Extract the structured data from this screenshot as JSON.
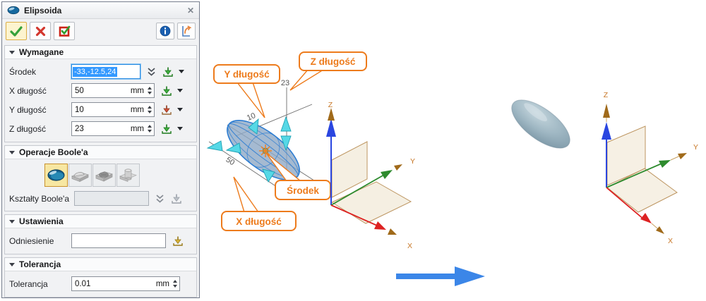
{
  "window": {
    "title": "Elipsoida",
    "title_icon": "ellipsoid-icon",
    "close_icon": "close-x"
  },
  "toolbar": {
    "ok_icon": "green-check",
    "cancel_icon": "red-cross",
    "apply_icon": "checked-box",
    "info_icon": "info-circle",
    "flip_icon": "page-arrow"
  },
  "form": {
    "required": {
      "header": "Wymagane",
      "center": {
        "label": "Środek",
        "value": "-33,-12.5,24",
        "selected": true
      },
      "x": {
        "label": "X długość",
        "value": "50",
        "unit": "mm"
      },
      "y": {
        "label": "Y długość",
        "value": "10",
        "unit": "mm"
      },
      "z": {
        "label": "Z długość",
        "value": "23",
        "unit": "mm"
      }
    },
    "boolean": {
      "header": "Operacje Boole'a",
      "ops": [
        "base",
        "add",
        "remove",
        "intersect"
      ],
      "selected_op": "base",
      "shapes_label": "Kształty Boole'a",
      "shapes_value": ""
    },
    "settings": {
      "header": "Ustawienia",
      "reference": {
        "label": "Odniesienie",
        "value": ""
      }
    },
    "tolerance": {
      "header": "Tolerancja",
      "row": {
        "label": "Tolerancja",
        "value": "0.01",
        "unit": "mm"
      }
    }
  },
  "scene": {
    "callouts": {
      "y": "Y długość",
      "z": "Z długość",
      "x": "X długość",
      "center": "Środek"
    },
    "dims": {
      "z": "23",
      "y": "10",
      "x": "50"
    },
    "axes": {
      "x": "X",
      "y": "Y",
      "z": "Z"
    },
    "colors": {
      "callout": "#ed7b1c",
      "dim_line": "#6d6d6d",
      "axis_x": "#dd2222",
      "axis_y": "#2e8b2e",
      "axis_z": "#2a46e0",
      "axis_tip": "#a06a1a",
      "axis_label": "#c87828",
      "handle": "#56d8e6",
      "preview_fill": "#8fa9c6",
      "preview_edge": "#2d7dd2",
      "ellipsoid": "#9fb7c3",
      "plane_fill": "#f2ead8",
      "plane_edge": "#bd9560",
      "transition_arrow": "#3b86e8"
    }
  }
}
